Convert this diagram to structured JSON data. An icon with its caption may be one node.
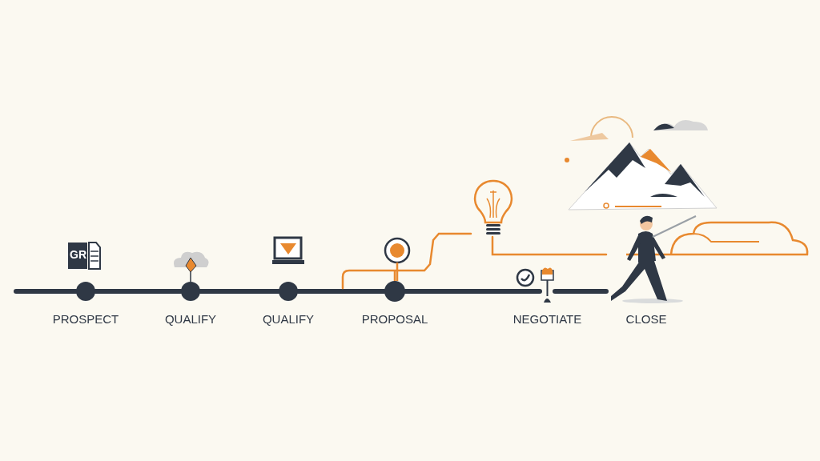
{
  "diagram": {
    "nodes": [
      {
        "text": [],
        "shape": "circle",
        "beside": [
          "PROSPECT"
        ]
      },
      {
        "text": [],
        "shape": "circle",
        "beside": [
          "QUALIFY"
        ]
      },
      {
        "text": [],
        "shape": "circle",
        "beside": [
          "QUALIFY"
        ]
      },
      {
        "text": [],
        "shape": "circle",
        "beside": [
          "PROPOSAL"
        ]
      },
      {
        "text": [],
        "shape": "picture",
        "beside": [
          "NEGOTIATE"
        ]
      },
      {
        "text": [],
        "shape": "person",
        "beside": [
          "CLOSE"
        ]
      },
      {
        "text": [],
        "shape": "picture"
      }
    ],
    "edges": [
      {
        "from": null,
        "to": 0,
        "arrow": "none"
      },
      {
        "from": 0,
        "to": 1,
        "arrow": "none"
      },
      {
        "from": 1,
        "to": 2,
        "arrow": "none"
      },
      {
        "from": 2,
        "to": 3,
        "arrow": "none"
      },
      {
        "from": 3,
        "to": 4,
        "arrow": "none"
      },
      {
        "from": 4,
        "to": 5,
        "arrow": "none"
      },
      {
        "from": 3,
        "to": 6,
        "arrow": "none",
        "color": "#e8892f"
      },
      {
        "from": 6,
        "to": 5,
        "arrow": "none",
        "color": "#e8892f"
      }
    ],
    "labels": [
      "GR"
    ]
  }
}
